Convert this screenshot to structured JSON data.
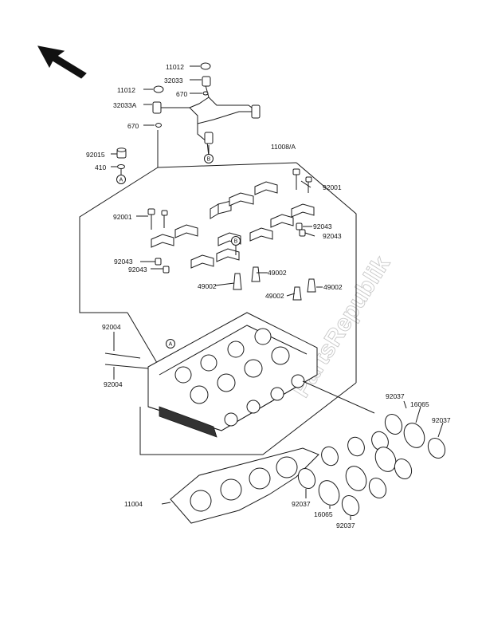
{
  "watermark": "PartsRepublik",
  "callouts": [
    {
      "id": "c-11012-top",
      "text": "11012"
    },
    {
      "id": "c-32033",
      "text": "32033"
    },
    {
      "id": "c-11012-left",
      "text": "11012"
    },
    {
      "id": "c-670-top",
      "text": "670"
    },
    {
      "id": "c-32033A",
      "text": "32033A"
    },
    {
      "id": "c-670-left",
      "text": "670"
    },
    {
      "id": "c-11008A",
      "text": "11008/A"
    },
    {
      "id": "c-92015",
      "text": "92015"
    },
    {
      "id": "c-410",
      "text": "410"
    },
    {
      "id": "c-92001-right",
      "text": "92001"
    },
    {
      "id": "c-92001-left",
      "text": "92001"
    },
    {
      "id": "c-92043-r1",
      "text": "92043"
    },
    {
      "id": "c-92043-r2",
      "text": "92043"
    },
    {
      "id": "c-92043-l1",
      "text": "92043"
    },
    {
      "id": "c-92043-l2",
      "text": "92043"
    },
    {
      "id": "c-49002-a",
      "text": "49002"
    },
    {
      "id": "c-49002-b",
      "text": "49002"
    },
    {
      "id": "c-49002-c",
      "text": "49002"
    },
    {
      "id": "c-49002-d",
      "text": "49002"
    },
    {
      "id": "c-92004-top",
      "text": "92004"
    },
    {
      "id": "c-92004-bot",
      "text": "92004"
    },
    {
      "id": "c-92037-tr",
      "text": "92037"
    },
    {
      "id": "c-16065-tr",
      "text": "16065"
    },
    {
      "id": "c-92037-r",
      "text": "92037"
    },
    {
      "id": "c-11004",
      "text": "11004"
    },
    {
      "id": "c-92037-bl",
      "text": "92037"
    },
    {
      "id": "c-16065-bl",
      "text": "16065"
    },
    {
      "id": "c-92037-b",
      "text": "92037"
    }
  ],
  "ref_markers": {
    "A": "A",
    "B": "B"
  },
  "icons": {
    "direction_arrow": "front-direction-arrow-icon"
  }
}
